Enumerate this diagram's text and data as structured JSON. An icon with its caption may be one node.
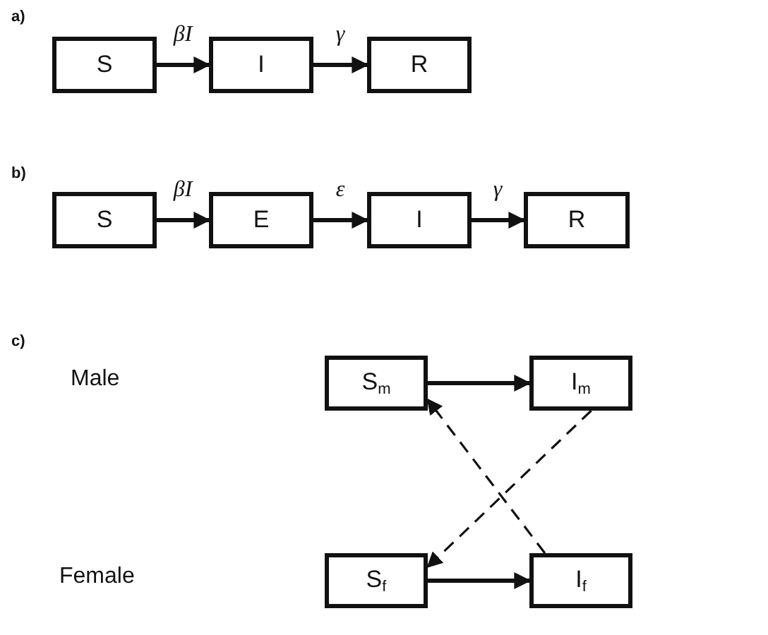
{
  "diagram": {
    "nodes": [
      {
        "text": [
          "S"
        ]
      },
      {
        "text": [
          "I"
        ]
      },
      {
        "text": [
          "R"
        ]
      },
      {
        "text": [
          "S"
        ]
      },
      {
        "text": [
          "E"
        ]
      },
      {
        "text": [
          "I"
        ]
      },
      {
        "text": [
          "R"
        ]
      },
      {
        "text": [
          "S$_{m}$"
        ]
      },
      {
        "text": [
          "I$_{m}$"
        ]
      },
      {
        "text": [
          "S$_{f}$"
        ]
      },
      {
        "text": [
          "I$_{f}$"
        ]
      }
    ],
    "edges": [
      {
        "from": 0,
        "to": 1,
        "arrow": "to",
        "label": "βI"
      },
      {
        "from": 1,
        "to": 2,
        "arrow": "to",
        "label": "γ"
      },
      {
        "from": 3,
        "to": 4,
        "arrow": "to",
        "label": "βI"
      },
      {
        "from": 4,
        "to": 5,
        "arrow": "to",
        "label": "ε"
      },
      {
        "from": 5,
        "to": 6,
        "arrow": "to",
        "label": "γ"
      },
      {
        "from": 7,
        "to": 8,
        "arrow": "to"
      },
      {
        "from": 9,
        "to": 10,
        "arrow": "to"
      },
      {
        "from": 10,
        "to": 7,
        "arrow": "to",
        "style": "dashed"
      },
      {
        "from": 8,
        "to": 9,
        "arrow": "to",
        "style": "dashed"
      }
    ],
    "labels": [
      "a)",
      "b)",
      "c)",
      "Male",
      "Female"
    ]
  }
}
